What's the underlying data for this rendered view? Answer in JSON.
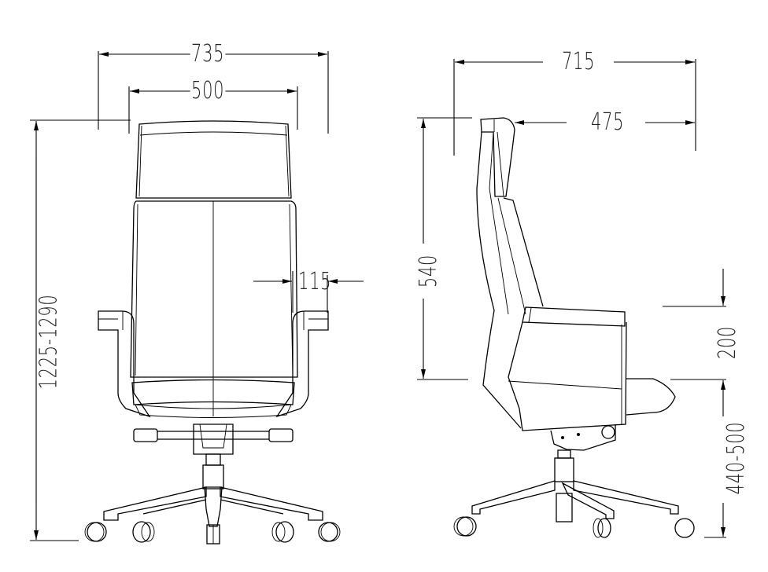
{
  "drawing": {
    "title": "Office chair dimension drawing",
    "units": "mm",
    "line_color": "#000000",
    "background": "#ffffff"
  },
  "front_view": {
    "overall_width": "735",
    "backrest_width": "500",
    "overall_height": "1225-1290",
    "armrest_width": "115"
  },
  "side_view": {
    "overall_depth": "715",
    "seat_depth": "475",
    "backrest_height": "540",
    "armrest_height": "200",
    "seat_height": "440-500"
  }
}
